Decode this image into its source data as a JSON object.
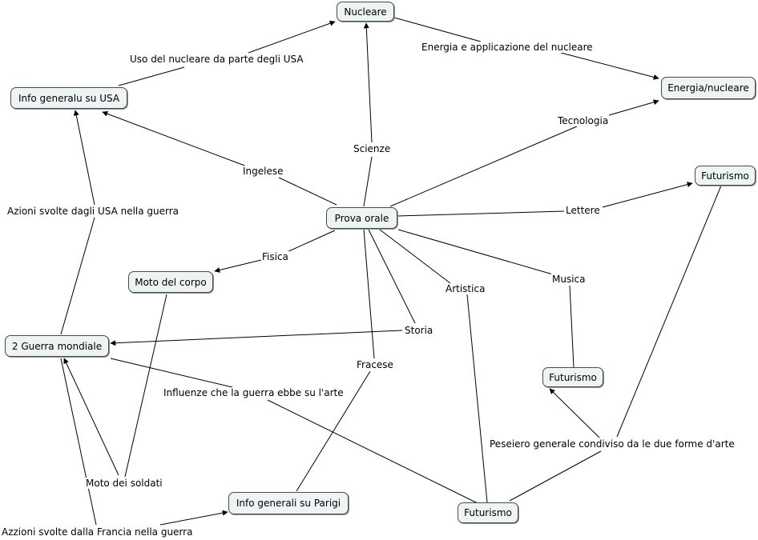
{
  "concepts": {
    "prova_orale": "Prova orale",
    "nucleare": "Nucleare",
    "energia_nucleare": "Energia/nucleare",
    "info_usa": "Info generalu su USA",
    "futurismo_lettere": "Futurismo",
    "moto_corpo": "Moto del corpo",
    "guerra": "2 Guerra mondiale",
    "futurismo_musica": "Futurismo",
    "info_parigi": "Info generali su Parigi",
    "futurismo_arte": "Futurismo"
  },
  "linking_phrases": {
    "uso_nucleare": "Uso del nucleare da parte degli USA",
    "energia_applicazione": "Energia e applicazione del nucleare",
    "tecnologia": "Tecnologia",
    "scienze": "Scienze",
    "ingelese": "Ingelese",
    "azioni_usa": "Azioni svolte dagli USA  nella guerra",
    "lettere": "Lettere",
    "fisica": "Fisica",
    "musica": "Musica",
    "artistica": "Artistica",
    "storia": "Storia",
    "fracese": "Fracese",
    "influenze": "Influenze che la guerra ebbe su l'arte",
    "pensiero": "Peseiero generale condiviso da le due forme d'arte",
    "moto_soldati": "Moto dei soldati",
    "azioni_francia": "Azzioni svolte dalla Francia nella guerra"
  },
  "colors": {
    "node_fill": "#eef4f4",
    "node_border": "#4a4a4a",
    "line": "#000000"
  }
}
